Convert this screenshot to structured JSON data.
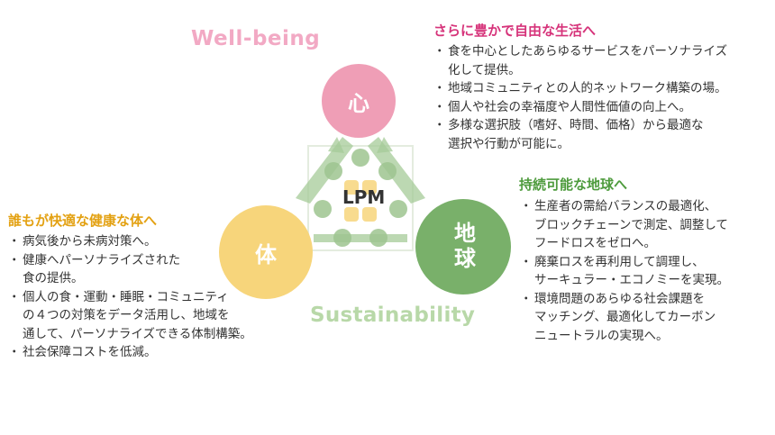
{
  "labels": {
    "wellbeing": "Well-being",
    "sustainability": "Sustainability",
    "center": "LPM"
  },
  "nodes": {
    "heart": "心",
    "body": "体",
    "earth": "地球"
  },
  "sections": {
    "heart": {
      "heading": "さらに豊かで自由な生活へ",
      "items": [
        "食を中心としたあらゆるサービスをパーソナライズ\n化して提供。",
        "地域コミュニティとの人的ネットワーク構築の場。",
        "個人や社会の幸福度や人間性価値の向上へ。",
        "多様な選択肢（嗜好、時間、価格）から最適な\n選択や行動が可能に。"
      ]
    },
    "body": {
      "heading": "誰もが快適な健康な体へ",
      "items": [
        "病気後から未病対策へ。",
        "健康へパーソナライズされた\n食の提供。",
        "個人の食・運動・睡眠・コミュニティ\nの４つの対策をデータ活用し、地域を\n通して、パーソナライズできる体制構築。",
        "社会保障コストを低減。"
      ]
    },
    "earth": {
      "heading": "持続可能な地球へ",
      "items": [
        "生産者の需給バランスの最適化、\nブロックチェーンで測定、調整して\nフードロスをゼロへ。",
        "廃棄ロスを再利用して調理し、\nサーキュラー・エコノミーを実現。",
        "環境問題のあらゆる社会課題を\nマッチング、最適化してカーボン\nニュートラルの実現へ。"
      ]
    }
  },
  "colors": {
    "heart": "#ef9eb6",
    "body": "#f7d57b",
    "earth": "#79b06a",
    "heart_heading": "#d6337a",
    "body_heading": "#e3a112",
    "earth_heading": "#4e9b3d"
  }
}
